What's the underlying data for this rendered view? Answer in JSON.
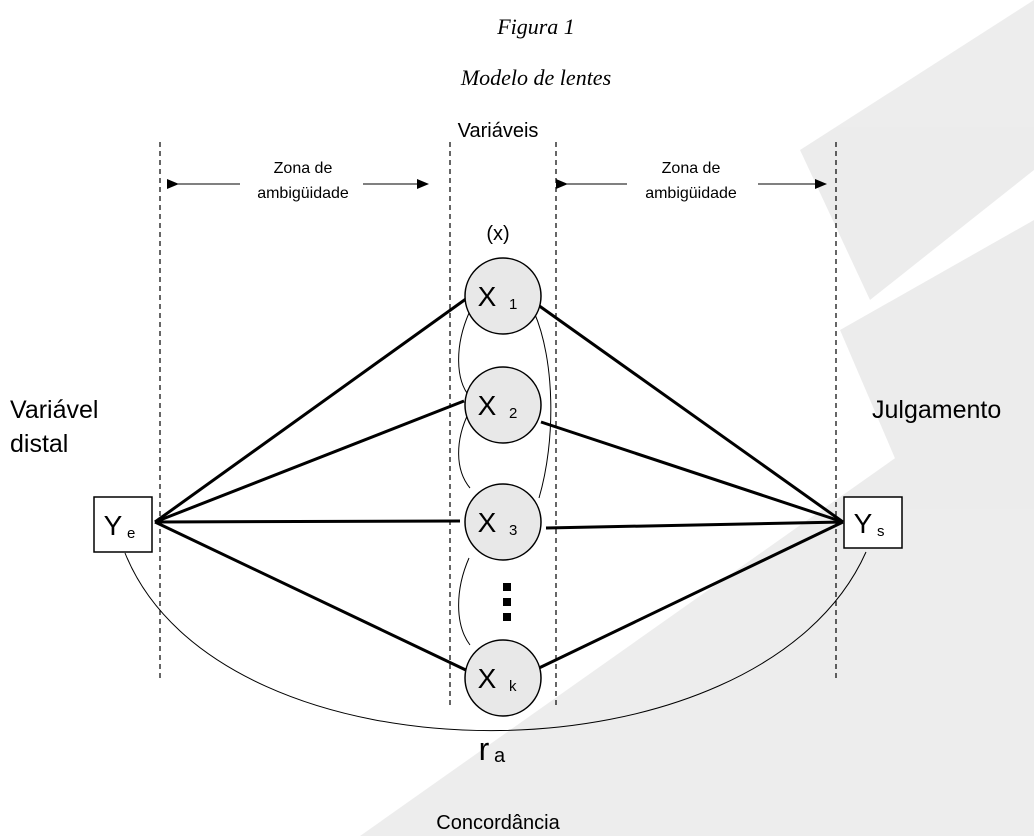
{
  "figure": {
    "number": "Figura 1",
    "caption": "Modelo de lentes"
  },
  "diagram": {
    "top_label": "Variáveis",
    "cue_label": "(x)",
    "zone_left": [
      "Zona de",
      "ambigüidade"
    ],
    "zone_right": [
      "Zona de",
      "ambigüidade"
    ],
    "left_label": [
      "Variável",
      "distal"
    ],
    "right_label": "Julgamento",
    "left_box": {
      "main": "Y",
      "sub": "e"
    },
    "right_box": {
      "main": "Y",
      "sub": "s"
    },
    "nodes": [
      {
        "main": "X",
        "sub": "1"
      },
      {
        "main": "X",
        "sub": "2"
      },
      {
        "main": "X",
        "sub": "3"
      },
      {
        "main": "X",
        "sub": "k"
      }
    ],
    "achievement": {
      "main": "r",
      "sub": "a"
    },
    "bottom_label": "Concordância"
  }
}
